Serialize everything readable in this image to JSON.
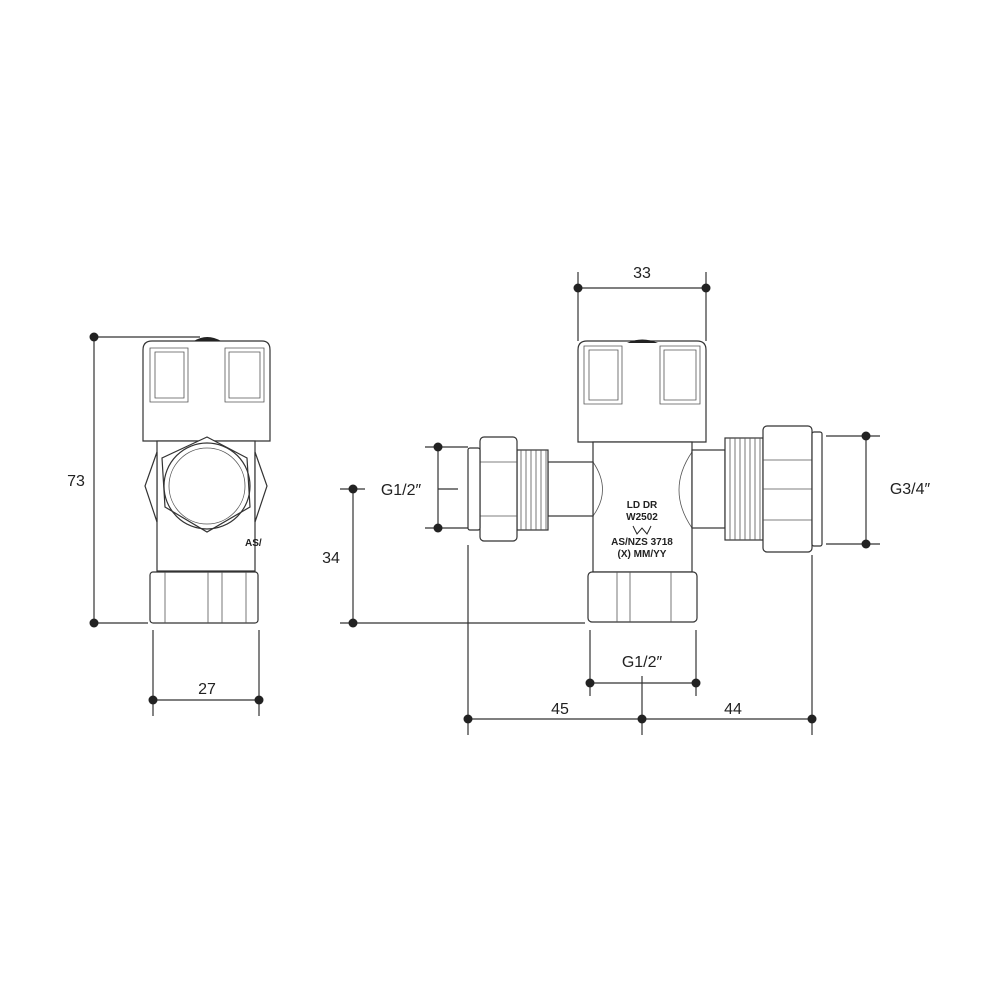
{
  "side_view": {
    "height_label": "73",
    "width_label": "27"
  },
  "front_view": {
    "top_width_label": "33",
    "left_inlet_label": "G1/2″",
    "inlet_height_label": "34",
    "right_outlet_label": "G3/4″",
    "bottom_inlet_label": "G1/2″",
    "left_length_label": "45",
    "right_length_label": "44",
    "body_markings": [
      "LD DR",
      "W2502",
      "AS/NZS 3718",
      "(X) MM/YY"
    ],
    "watermark_symbol": "WaterMark logo"
  },
  "colors": {
    "line": "#333333",
    "background": "#ffffff"
  }
}
